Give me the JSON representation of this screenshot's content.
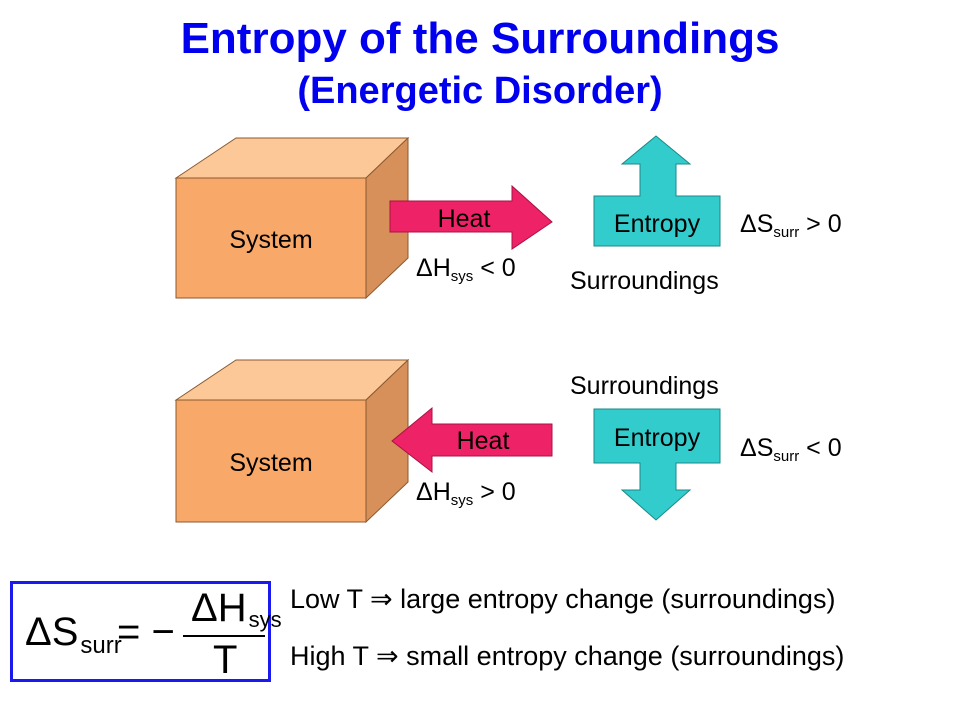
{
  "title": "Entropy of the Surroundings",
  "subtitle": "(Energetic Disorder)",
  "top_panel": {
    "system_label": "System",
    "heat_label": "Heat",
    "delta_h_symbol": "ΔH",
    "delta_h_sub": "sys",
    "delta_h_rel": " < 0",
    "entropy_label": "Entropy",
    "delta_s_symbol": "ΔS",
    "delta_s_sub": "surr",
    "delta_s_rel": " > 0",
    "surroundings_label": "Surroundings"
  },
  "bottom_panel": {
    "system_label": "System",
    "heat_label": "Heat",
    "delta_h_symbol": "ΔH",
    "delta_h_sub": "sys",
    "delta_h_rel": " > 0",
    "entropy_label": "Entropy",
    "delta_s_symbol": "ΔS",
    "delta_s_sub": "surr",
    "delta_s_rel": " < 0",
    "surroundings_label": "Surroundings"
  },
  "formula": {
    "lhs": "ΔS",
    "lhs_sub": "surr",
    "equals": "= −",
    "numerator": "ΔH",
    "numerator_sub": "sys",
    "denominator": "T"
  },
  "statements": {
    "low_t": "Low T ⇒ large entropy change (surroundings)",
    "high_t": "High T ⇒ small entropy change (surroundings)"
  },
  "colors": {
    "title": "#0000ee",
    "box_front": "#f8a868",
    "box_top": "#fcc898",
    "box_side": "#d8905a",
    "heat_arrow": "#ee2266",
    "entropy": "#33cccc",
    "formula_border": "#1a1aee"
  }
}
